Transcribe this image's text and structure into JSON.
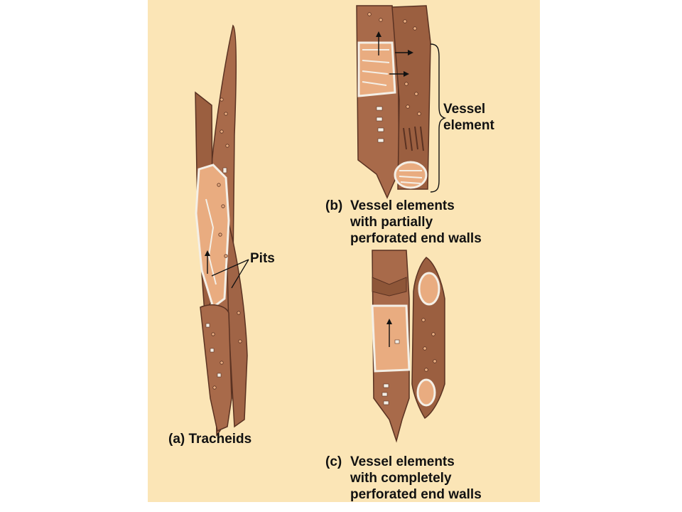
{
  "labels": {
    "vessel_element": [
      "Vessel",
      "element"
    ],
    "pits": "Pits",
    "caption_a": "(a) Tracheids",
    "caption_b": {
      "marker": "(b)",
      "lines": [
        "Vessel elements",
        "with partially",
        "perforated end walls"
      ]
    },
    "caption_c": {
      "marker": "(c)",
      "lines": [
        "Vessel elements",
        "with completely",
        "perforated end walls"
      ]
    }
  },
  "colors": {
    "background": "#fbe5b6",
    "cell_wall": "#a86a4a",
    "cell_wall_dark": "#8e5638",
    "lumen": "#e9ac80",
    "outline": "#5a3222",
    "pit_border": "#f4efe6"
  }
}
